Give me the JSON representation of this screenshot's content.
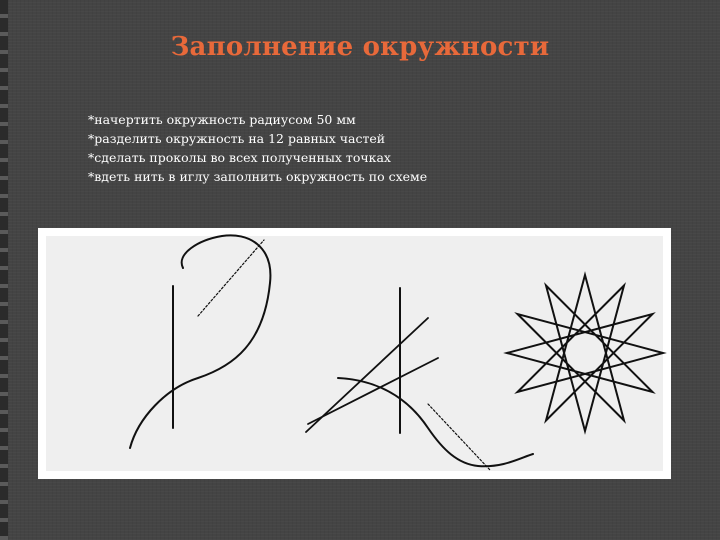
{
  "slide": {
    "title": "Заполнение окружности",
    "colors": {
      "background": "#444444",
      "title": "#e8693a",
      "text": "#ffffff"
    }
  },
  "steps": [
    "*начертить окружность радиусом 50 мм",
    "*разделить окружность на 12 равных частей",
    "*сделать проколы во всех полученных точках",
    "*вдеть нить в иглу заполнить окружность по схеме"
  ],
  "illustration": {
    "star_points": 12,
    "star_step": 5
  }
}
